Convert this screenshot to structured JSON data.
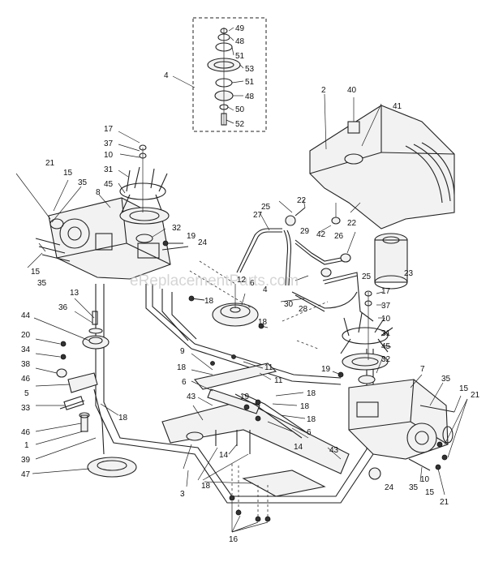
{
  "watermark": "eReplacementParts.com",
  "callouts": [
    "1",
    "2",
    "3",
    "4",
    "5",
    "6",
    "7",
    "8",
    "9",
    "10",
    "11",
    "12",
    "13",
    "14",
    "15",
    "16",
    "17",
    "18",
    "19",
    "20",
    "21",
    "22",
    "23",
    "24",
    "25",
    "26",
    "27",
    "28",
    "29",
    "30",
    "31",
    "32",
    "33",
    "34",
    "35",
    "36",
    "37",
    "38",
    "39",
    "40",
    "41",
    "42",
    "43",
    "44",
    "45",
    "46",
    "47",
    "48",
    "49",
    "50",
    "51",
    "52",
    "53"
  ]
}
